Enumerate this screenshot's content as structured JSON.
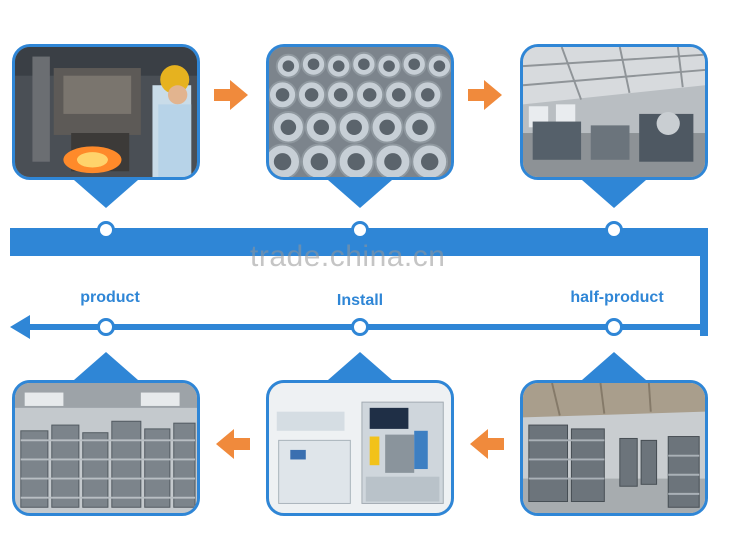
{
  "colors": {
    "accent": "#2f86d6",
    "arrow": "#f08a3c"
  },
  "watermark": "trade.china.cn",
  "steps": [
    {
      "label": "product"
    },
    {
      "label": "Install"
    },
    {
      "label": "half-product"
    }
  ],
  "photos": {
    "forging": {
      "icon": "forging-worker-photo"
    },
    "rings": {
      "icon": "metal-rings-photo"
    },
    "workshop": {
      "icon": "workshop-machines-photo"
    },
    "warehouse": {
      "icon": "warehouse-stock-photo"
    },
    "machine": {
      "icon": "install-machine-photo"
    },
    "storage": {
      "icon": "half-product-storage-photo"
    }
  },
  "icons": {
    "flow_arrow": "arrow-right-icon"
  }
}
